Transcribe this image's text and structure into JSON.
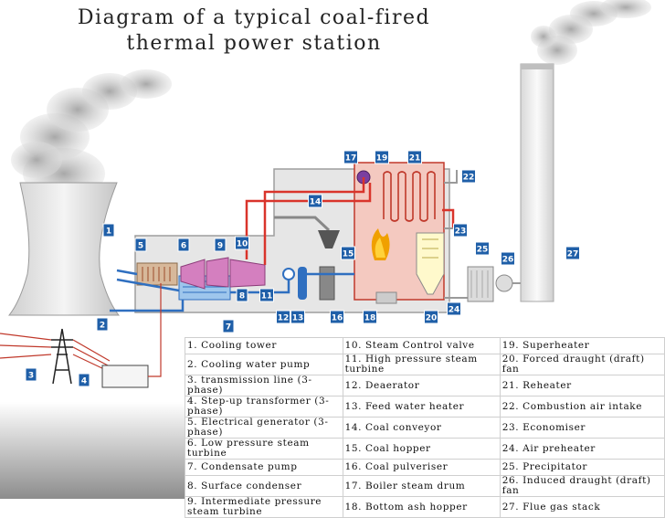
{
  "title": {
    "line1": "Diagram of a typical coal-fired",
    "line2": "thermal power station"
  },
  "callouts": [
    "1",
    "2",
    "3",
    "4",
    "5",
    "6",
    "7",
    "8",
    "9",
    "10",
    "11",
    "12",
    "13",
    "14",
    "15",
    "16",
    "17",
    "18",
    "19",
    "20",
    "21",
    "22",
    "23",
    "24",
    "25",
    "26",
    "27"
  ],
  "legend": {
    "rows": [
      [
        "1. Cooling tower",
        "10. Steam Control valve",
        "19. Superheater"
      ],
      [
        "2. Cooling water pump",
        "11. High pressure steam turbine",
        "20. Forced draught (draft) fan"
      ],
      [
        "3. transmission line (3-phase)",
        "12. Deaerator",
        "21. Reheater"
      ],
      [
        "4. Step-up transformer (3-phase)",
        "13. Feed water heater",
        "22. Combustion air intake"
      ],
      [
        "5. Electrical generator (3-phase)",
        "14. Coal conveyor",
        "23. Economiser"
      ],
      [
        "6. Low pressure steam turbine",
        "15. Coal hopper",
        "24. Air preheater"
      ],
      [
        "7. Condensate pump",
        "16. Coal pulveriser",
        "25. Precipitator"
      ],
      [
        "8. Surface condenser",
        "17. Boiler steam drum",
        "26. Induced draught (draft) fan"
      ],
      [
        "9. Intermediate pressure steam turbine",
        "18. Bottom ash hopper",
        "27. Flue gas stack"
      ]
    ]
  },
  "colors": {
    "callout": "#1f5fa8",
    "steam": "#d9342b",
    "water": "#2f6fc0",
    "boiler_fill": "#f2c0b8",
    "building": "#e6e6e6",
    "building_border": "#a0a0a0",
    "turbine": "#c85ba0",
    "smoke": "#9a9a9a"
  }
}
